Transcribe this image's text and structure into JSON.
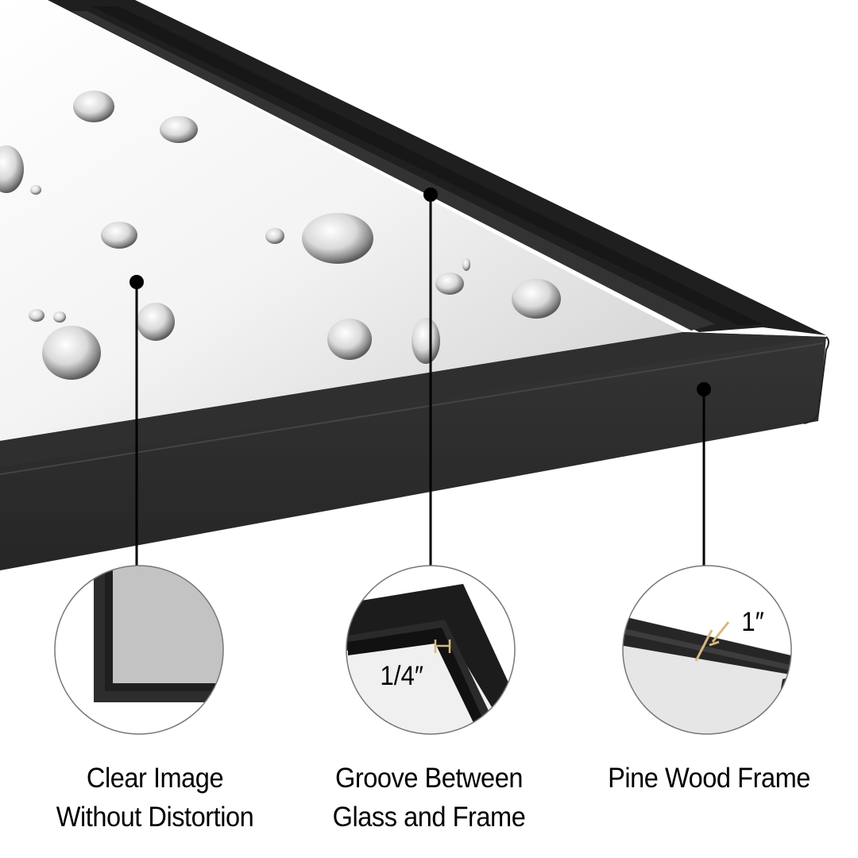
{
  "product": {
    "frame_color": "#2b2b2b",
    "frame_highlight": "#3a3a3a",
    "glass_color": "#f2f2f2",
    "accent_measure_color": "#d8b883"
  },
  "callouts": [
    {
      "id": "clear-image",
      "title_line1": "Clear Image",
      "title_line2": "Without Distortion",
      "dimension": ""
    },
    {
      "id": "groove",
      "title_line1": "Groove Between",
      "title_line2": "Glass and Frame",
      "dimension": "1/4″"
    },
    {
      "id": "pine-wood",
      "title_line1": "Pine Wood Frame",
      "title_line2": "",
      "dimension": "1″"
    }
  ]
}
